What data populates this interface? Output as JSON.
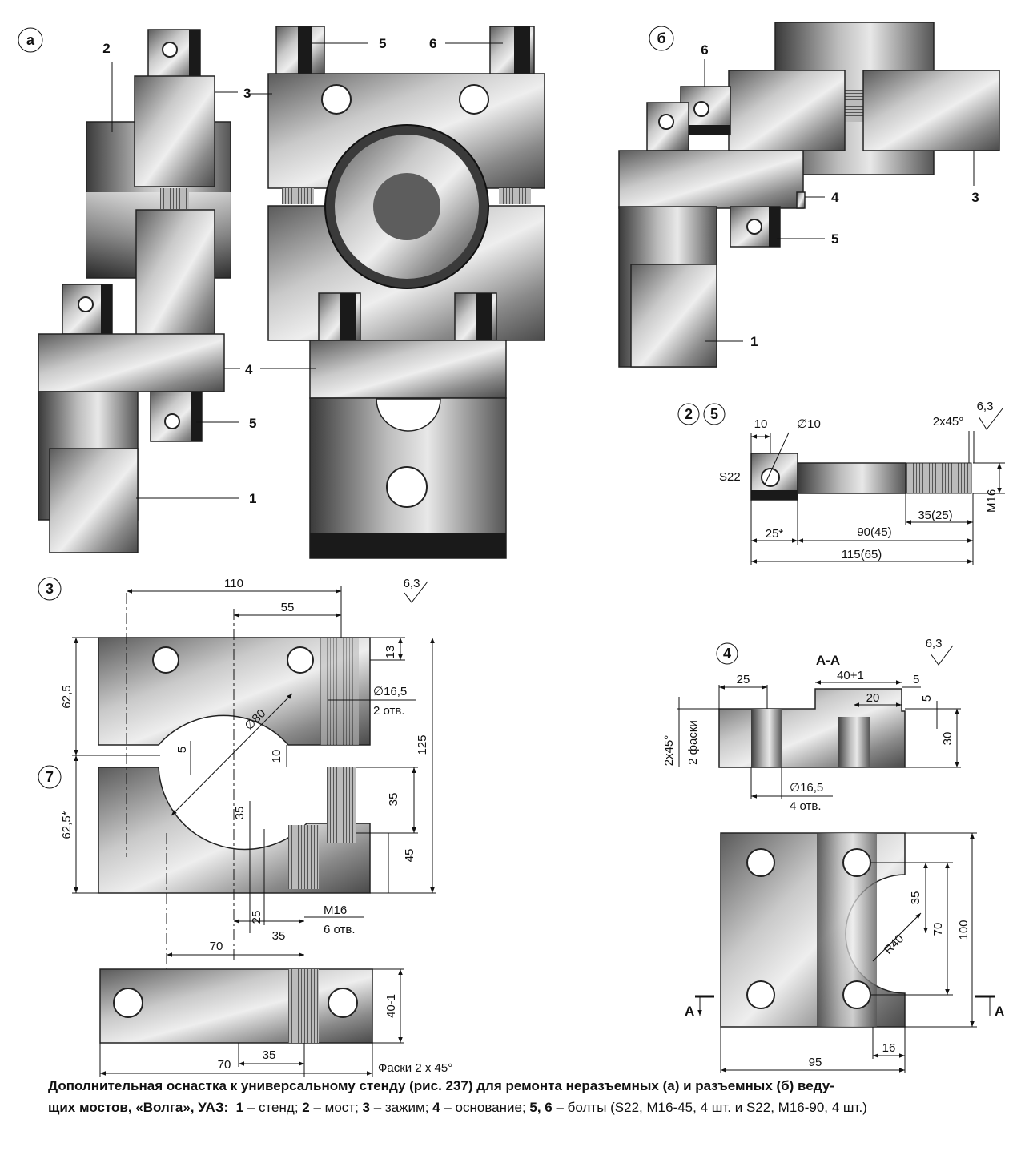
{
  "panels": {
    "a": "а",
    "b": "б",
    "p25a": "2",
    "p25b": "5",
    "p37a": "3",
    "p37b": "7",
    "p4": "4"
  },
  "parts": {
    "l1": "1",
    "l2": "2",
    "l3": "3",
    "l4": "4",
    "l5": "5",
    "l6": "6"
  },
  "bolt": {
    "d10": "10",
    "dia10": "∅10",
    "chamfer": "2x45°",
    "rough": "6,3",
    "s22": "S22",
    "m16": "M16",
    "len25": "25*",
    "len90": "90(45)",
    "len35": "35(25)",
    "len115": "115(65)"
  },
  "clamp": {
    "d110": "110",
    "d55": "55",
    "rough": "6,3",
    "d13": "13",
    "dia165": "∅16,5",
    "holes2": "2 отв.",
    "d625": "62,5",
    "d625s": "62,5*",
    "d125": "125",
    "d80": "∅80",
    "d5": "5",
    "d10": "10",
    "d35a": "35",
    "d35b": "35",
    "d45": "45",
    "d25": "25",
    "d35c": "35",
    "m16": "M16",
    "holes6": "6 отв.",
    "d70": "70",
    "d40": "40-1",
    "d70b": "70",
    "d35d": "35",
    "chamfers": "Фаски 2 х 45°"
  },
  "base": {
    "section": "А-А",
    "rough": "6,3",
    "d25": "25",
    "d40": "40+1",
    "d5a": "5",
    "d20": "20",
    "d5b": "5",
    "d30": "30",
    "chamfer1": "2x45°",
    "chamfer2": "2 фаски",
    "dia165": "∅16,5",
    "holes4": "4 отв.",
    "d35": "35",
    "d70": "70",
    "d100": "100",
    "r40": "R40",
    "d16": "16",
    "d95": "95",
    "secA1": "А",
    "secA2": "А"
  },
  "caption": {
    "line1_bold": "Дополнительная оснастка к универсальному стенду (рис. 237) для ремонта неразъемных (а) и разъемных (б) веду-",
    "line2_bold_a": "щих мостов, «Волга», УАЗ:",
    "n1": "1",
    "t1": " – стенд; ",
    "n2": "2",
    "t2": " – мост; ",
    "n3": "3",
    "t3": " – зажим; ",
    "n4": "4",
    "t4": " – основание; ",
    "n56": "5, 6",
    "t56": " – болты (S22, M16-45, 4 шт. и S22, M16-90, 4 шт.)"
  }
}
